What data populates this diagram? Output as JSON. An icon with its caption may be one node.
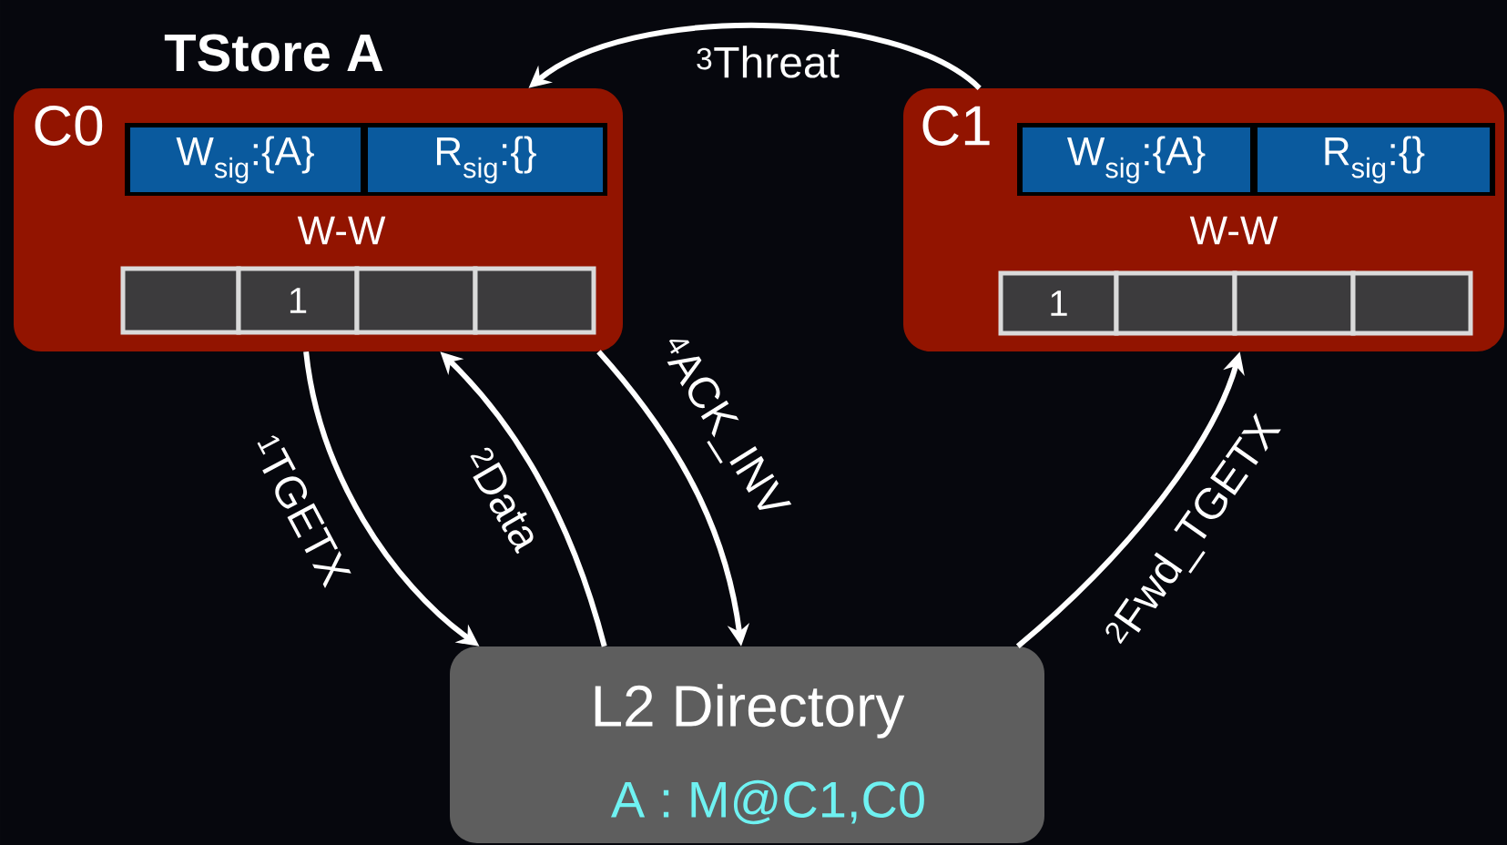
{
  "diagram": {
    "nodes": [
      {
        "text": [
          "TStore A",
          "C0",
          "W-W"
        ]
      },
      {
        "text": [
          "W$_{sig}$:{A}"
        ],
        "in": 0
      },
      {
        "text": [
          "R$_{sig}$:{}"
        ],
        "in": 0
      },
      {
        "text": [],
        "shape": "box",
        "in": 0
      },
      {
        "text": [
          "1"
        ],
        "in": 0
      },
      {
        "text": [],
        "shape": "box",
        "in": 0
      },
      {
        "text": [],
        "shape": "box",
        "in": 0
      },
      {
        "text": [
          "C1",
          "W-W"
        ]
      },
      {
        "text": [
          "W$_{sig}$:{A}"
        ],
        "in": 7
      },
      {
        "text": [
          "R$_{sig}$:{}"
        ],
        "in": 7
      },
      {
        "text": [
          "1"
        ],
        "in": 7
      },
      {
        "text": [],
        "shape": "box",
        "in": 7
      },
      {
        "text": [],
        "shape": "box",
        "in": 7
      },
      {
        "text": [],
        "shape": "box",
        "in": 7
      },
      {
        "text": [
          "L2 Directory",
          "A : M@C1,C0"
        ]
      }
    ],
    "edges": [
      {
        "from": 0,
        "to": 14,
        "arrow": "to",
        "label": "$^{1}$TGETX"
      },
      {
        "from": 14,
        "to": 0,
        "arrow": "to",
        "label": "$^{2}$Data"
      },
      {
        "from": 0,
        "to": 14,
        "arrow": "to",
        "label": "$^{4}$ACK_INV"
      },
      {
        "from": 14,
        "to": 7,
        "arrow": "to",
        "label": "$^{2}$Fwd_TGETX"
      },
      {
        "from": 7,
        "to": 0,
        "arrow": "to",
        "label": "$^{3}$Threat"
      }
    ]
  }
}
